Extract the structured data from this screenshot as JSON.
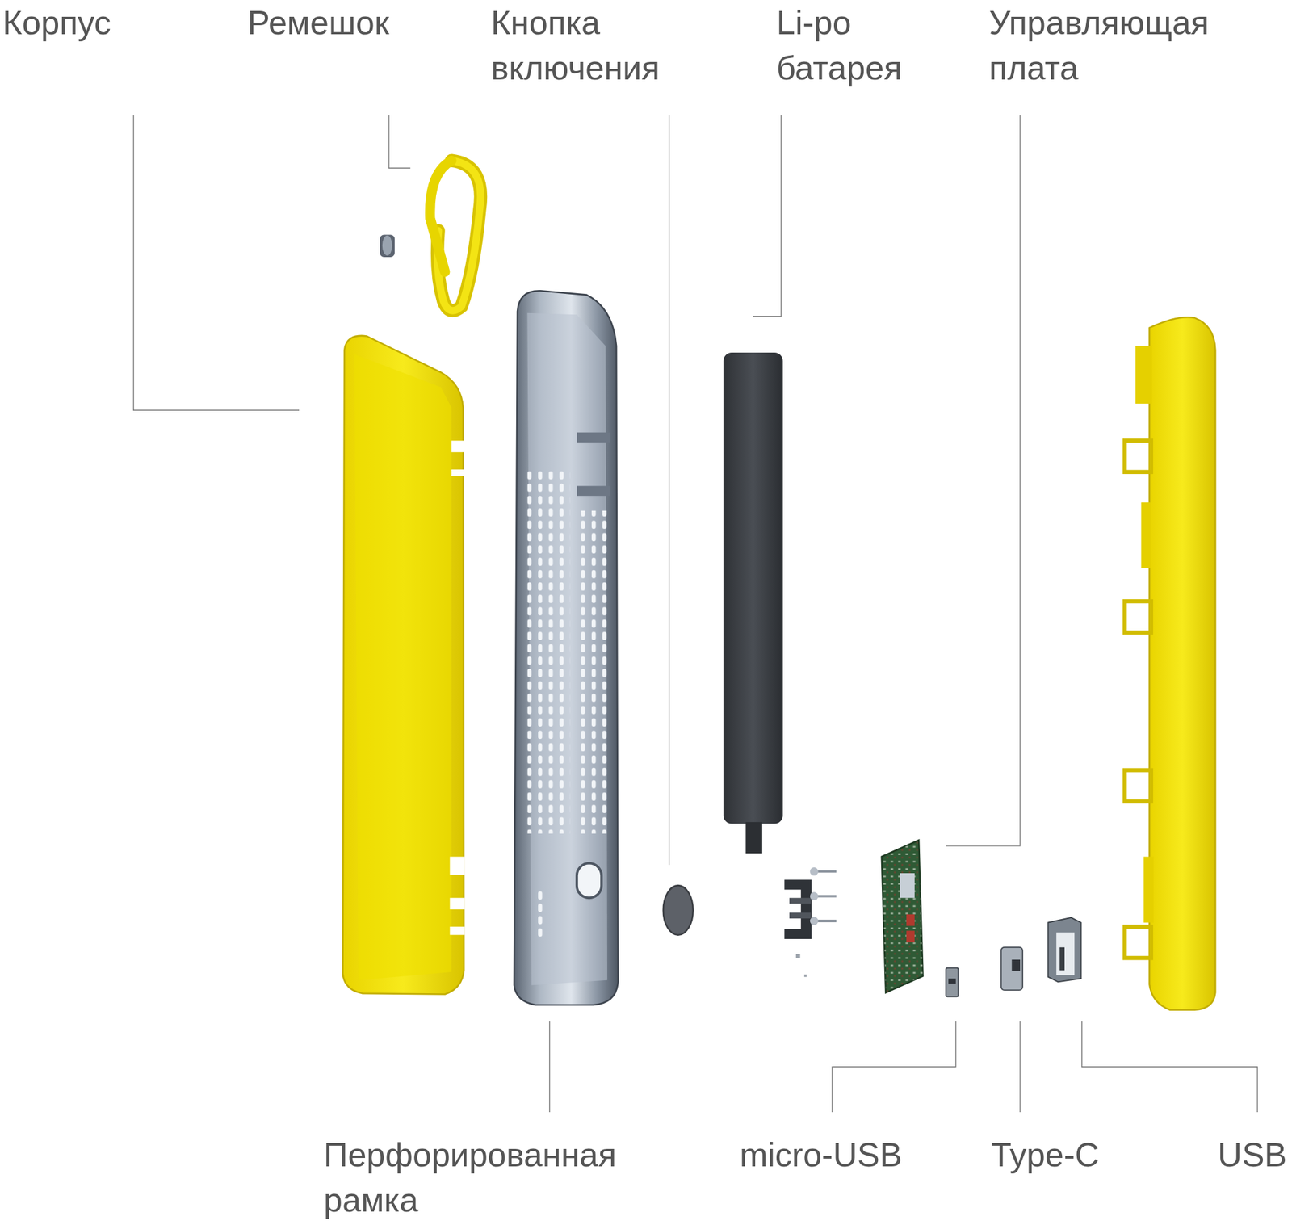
{
  "diagram": {
    "labels": [
      "Корпус",
      "Ремешок",
      "Кнопка включения",
      "Li-po батарея",
      "Управляющая плата",
      "Перфорированная рамка",
      "micro-USB",
      "Type-C",
      "USB"
    ]
  }
}
